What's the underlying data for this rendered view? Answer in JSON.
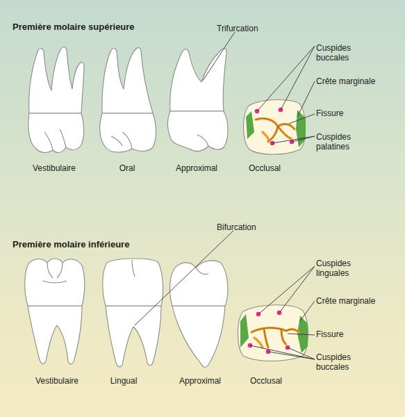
{
  "diagram": {
    "labels": [
      "Première molaire supérieure",
      "Trifurcation",
      "Cuspides buccales",
      "Crête marginale",
      "Fissure",
      "Cuspides palatines",
      "Vestibulaire",
      "Oral",
      "Approximal",
      "Occlusal",
      "Bifurcation",
      "Première molaire inférieure",
      "Cuspides linguales",
      "Crête marginale",
      "Fissure",
      "Cuspides buccales",
      "Vestibulaire",
      "Lingual",
      "Approximal",
      "Occlusal"
    ]
  }
}
